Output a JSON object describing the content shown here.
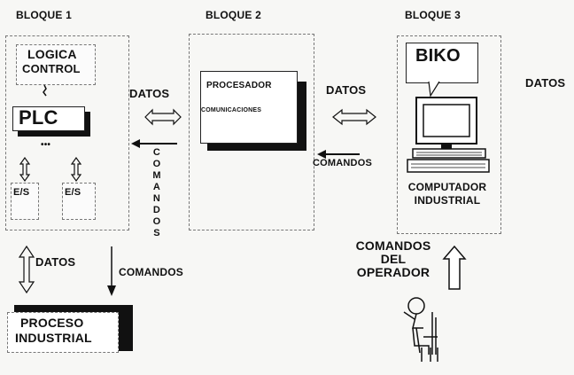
{
  "blocks": {
    "b1": "BLOQUE 1",
    "b2": "BLOQUE 2",
    "b3": "BLOQUE 3"
  },
  "bloque1": {
    "logica_line1": "LOGICA",
    "logica_line2": "CONTROL",
    "plc": "PLC",
    "es_left": "E/S",
    "es_right": "E/S",
    "dots": "•••"
  },
  "bloque2": {
    "procesador": "PROCESADOR",
    "comunicaciones": "COMUNICACIONES"
  },
  "bloque3": {
    "biko": "BIKO",
    "computador_line1": "COMPUTADOR",
    "computador_line2": "INDUSTRIAL"
  },
  "labels": {
    "datos_12": "DATOS",
    "comandos_vertical": [
      "C",
      "O",
      "M",
      "A",
      "N",
      "D",
      "O",
      "S"
    ],
    "datos_23": "DATOS",
    "comandos_23": "COMANDOS",
    "datos_right": "DATOS",
    "datos_bottom": "DATOS",
    "comandos_bottom": "COMANDOS",
    "operador_line1": "COMANDOS",
    "operador_line2": "DEL",
    "operador_line3": "OPERADOR",
    "proceso_line1": "PROCESO",
    "proceso_line2": "INDUSTRIAL"
  }
}
